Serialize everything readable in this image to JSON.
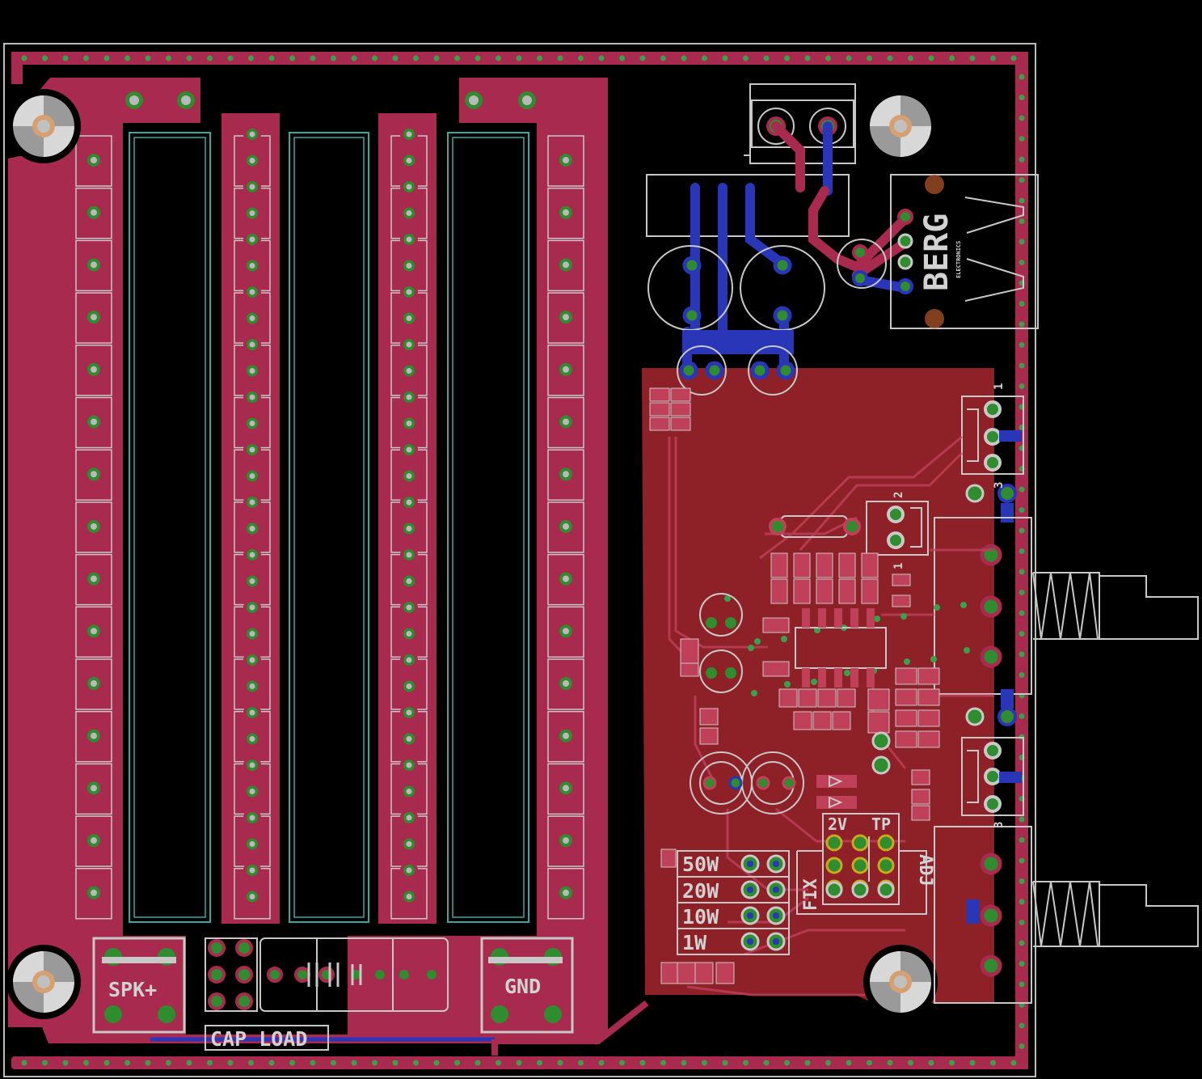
{
  "labels": {
    "spk": "SPK+",
    "gnd": "GND",
    "cap_load": "CAP LOAD",
    "w50": "50W",
    "w20": "20W",
    "w10": "10W",
    "w1": "1W",
    "v2": "2V",
    "tp": "TP",
    "fix": "FIX",
    "adj": "ADJ",
    "berg": "BERG",
    "electronics": "ELECTRONICS",
    "pin1_top": "1",
    "pin2": "2",
    "pin1_mid": "1",
    "pin3_top": "3",
    "pin3_bottom": "3"
  },
  "colors": {
    "background": "#000000",
    "top_copper": "#a82a4e",
    "top_pour": "#8e2128",
    "bottom_copper": "#2a36b8",
    "pad_green": "#2f8c2f",
    "silkscreen": "#c8c8c8",
    "outline": "#c8c8c8",
    "resistor_outline": "#3aa8a0"
  }
}
